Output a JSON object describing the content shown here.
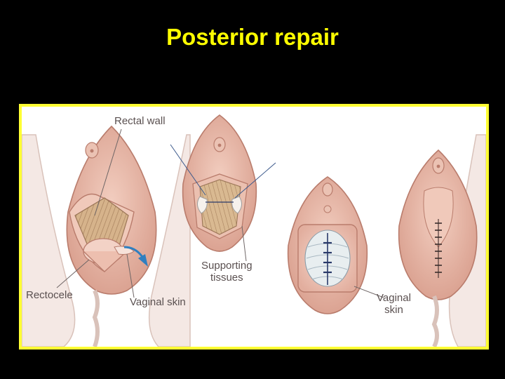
{
  "slide": {
    "title": "Posterior repair"
  },
  "diagram": {
    "labels": {
      "rectal_wall": "Rectal wall",
      "rectocele": "Rectocele",
      "vaginal_skin_1": "Vaginal skin",
      "supporting_tissues": "Supporting\ntissues",
      "vaginal_skin_2": "Vaginal\nskin"
    },
    "colors": {
      "title": "#FFFF00",
      "frame_border": "#FFFF33",
      "tissue": "#E9B9A9",
      "tissue_dark": "#C98F80",
      "muscle": "#C9A27A",
      "suture": "#2A3A6A",
      "arrow": "#2F7FC0"
    }
  }
}
